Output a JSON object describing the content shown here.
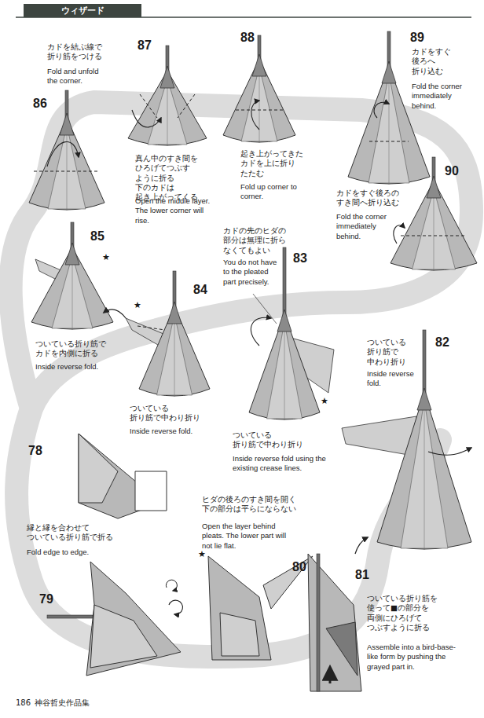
{
  "diagram": {
    "title": "ウィザード",
    "labels": [
      "86",
      "カドを結ぶ線で 折り筋をつける",
      "Fold and unfold the corner.",
      "87",
      "真ん中のすき間を ひろげてつぶす ように折る 下のカドは 起き上がってくる",
      "Open the middle layer. The lower corner will rise.",
      "88",
      "起き上がってきた カドを上に折り たたむ",
      "Fold up corner to corner.",
      "89",
      "カドをすぐ 後ろへ 折り込む",
      "Fold the corner immediately behind.",
      "90",
      "カドをすぐ後ろの すき間へ折り込む",
      "Fold the corner immediately behind.",
      "85",
      "★",
      "ついている折り筋で カドを内側に折る",
      "Inside reverse fold.",
      "84",
      "★",
      "ついている 折り筋で中わり折り",
      "Inside reverse fold.",
      "カドの先のヒダの 部分は無理に折ら なくてもよい",
      "You do not have to the pleated part precisely.",
      "83",
      "★",
      "ついている 折り筋で中わり折り",
      "Inside reverse fold using the existing crease lines.",
      "82",
      "ついている 折り筋で 中わり折り",
      "Inside reverse fold.",
      "78",
      "縁と縁を合わせて ついている折り筋で折る",
      "Fold edge to edge.",
      "79",
      "ヒダの後ろのすき間を開く 下の部分は平らにならない",
      "Open the layer behind pleats. The lower part will not lie flat.",
      "★",
      "80",
      "81",
      "ついている折り筋を 使って■の部分を 両側にひろげて つぶすように折る",
      "Assemble into a bird-base-like form by pushing the grayed part in.",
      "186",
      "神谷哲史作品集"
    ]
  }
}
